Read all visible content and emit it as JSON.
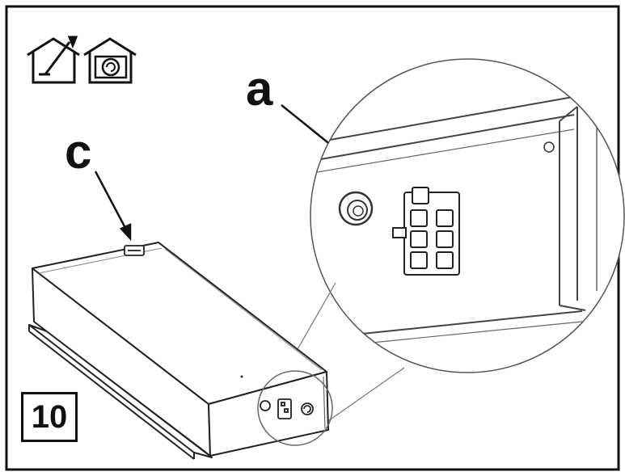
{
  "callouts": {
    "a": "a",
    "c": "c"
  },
  "step_number": "10",
  "icons": [
    "house-exhaust-icon",
    "house-spiral-icon"
  ]
}
